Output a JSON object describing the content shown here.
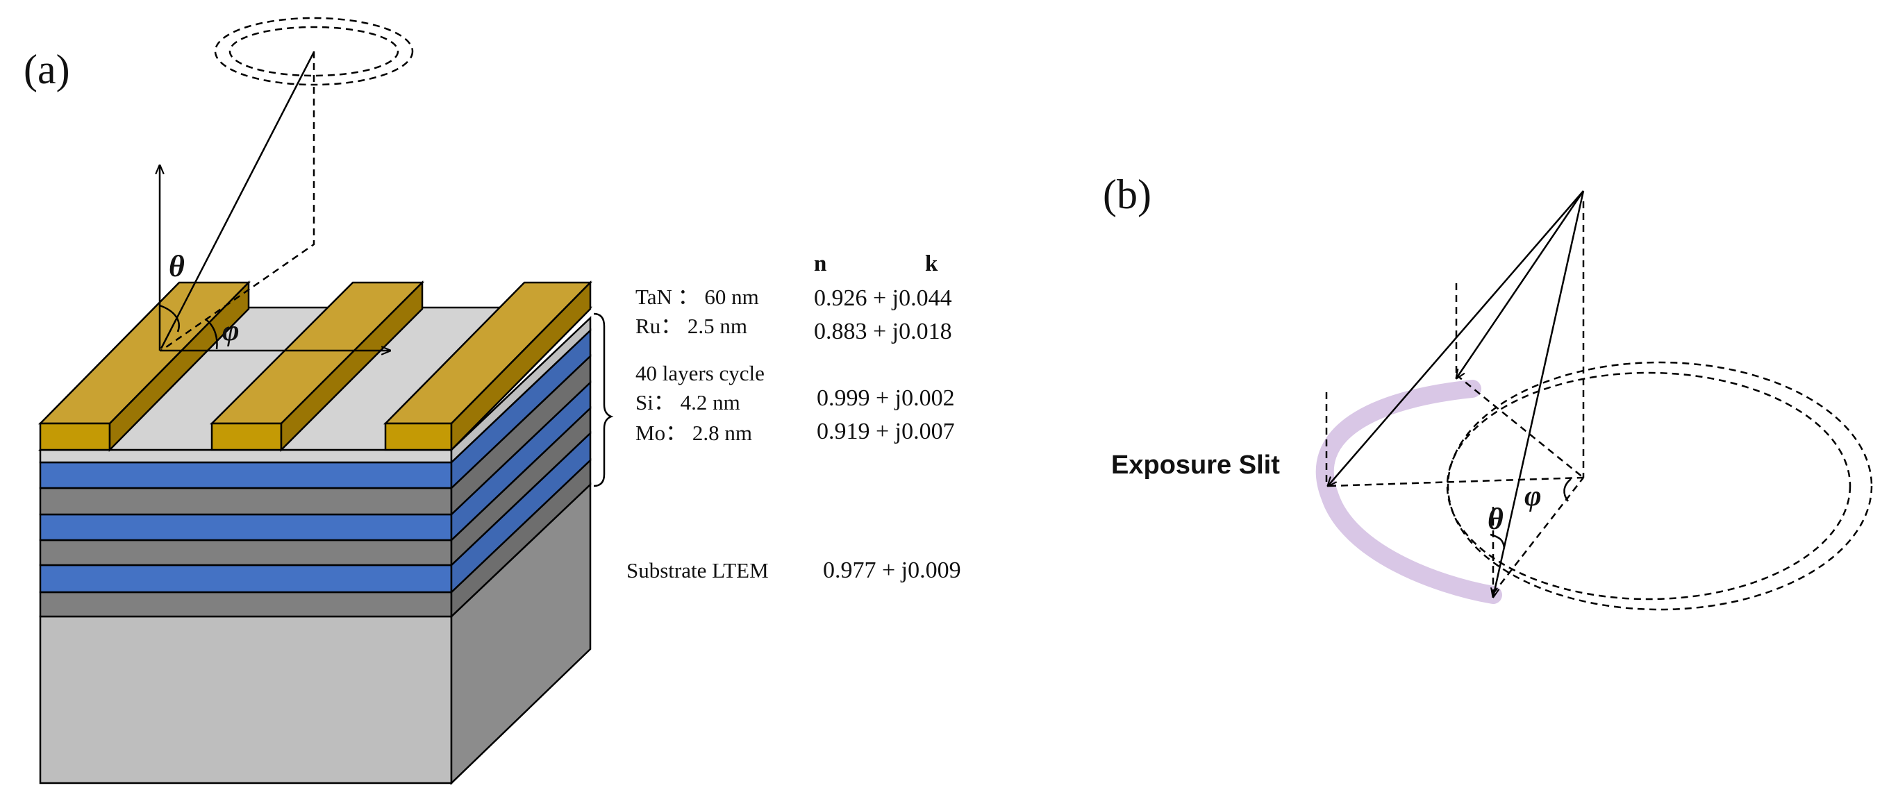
{
  "panel_a": {
    "label": "(a)",
    "symbols": {
      "theta": "θ",
      "phi": "φ"
    },
    "headers": {
      "n": "n",
      "k": "k"
    },
    "layers": [
      {
        "name": "TaN ： 60 nm",
        "value": "0.926 + j0.044"
      },
      {
        "name": "Ru： 2.5 nm",
        "value": "0.883 + j0.018"
      }
    ],
    "cycle": {
      "title": "40 layers cycle",
      "layers": [
        {
          "name": "Si： 4.2 nm",
          "value": "0.999 + j0.002"
        },
        {
          "name": "Mo： 2.8 nm",
          "value": "0.919 + j0.007"
        }
      ]
    },
    "substrate": {
      "name": "Substrate LTEM",
      "value": "0.977 + j0.009"
    }
  },
  "panel_b": {
    "label": "(b)",
    "slit_label": "Exposure Slit",
    "symbols": {
      "theta": "θ",
      "phi": "φ"
    }
  },
  "colors": {
    "absorber_top": "#C9A232",
    "absorber_front": "#C49A05",
    "absorber_side": "#9A7504",
    "ru_layer": "#D3D3D3",
    "si_layer": "#4472C4",
    "mo_layer": "#808080",
    "substrate_front": "#BEBEBE",
    "substrate_side": "#8C8C8C",
    "slit_highlight": "#D9C7E6"
  }
}
